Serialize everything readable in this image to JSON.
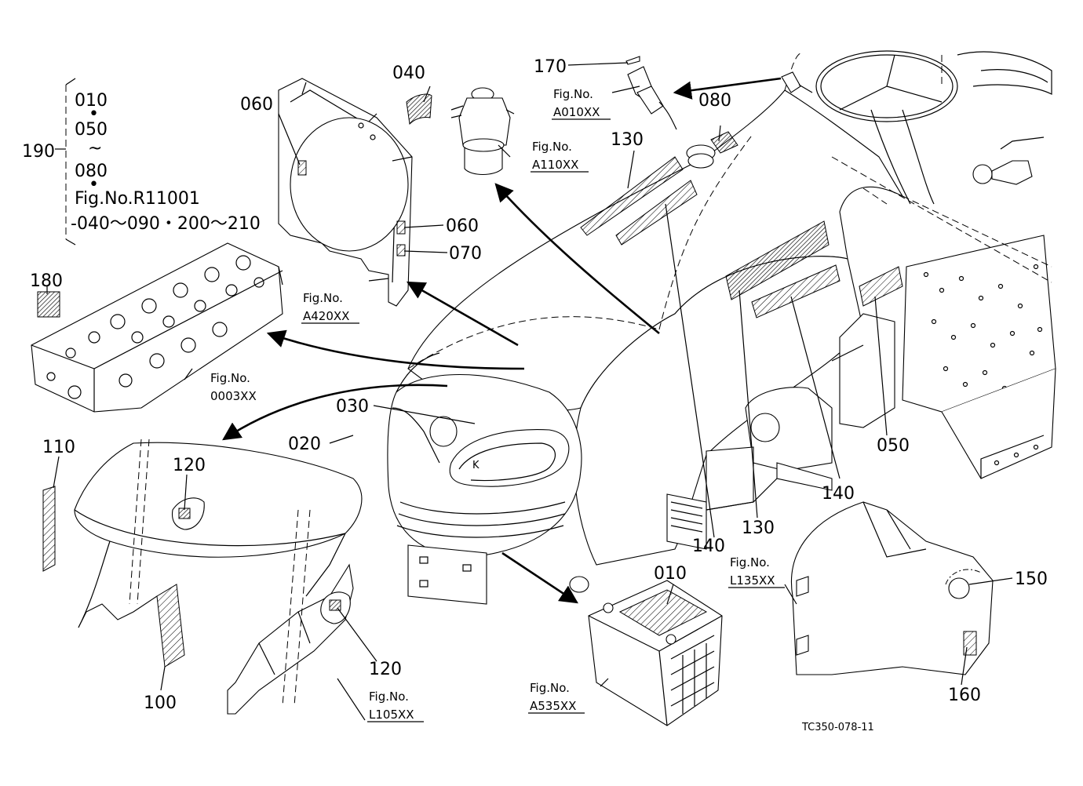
{
  "callouts": {
    "c010_top": "010",
    "c050_top": "050",
    "c080_top": "080",
    "c190": "190",
    "c040": "040",
    "c060_a": "060",
    "c060_b": "060",
    "c070": "070",
    "c170": "170",
    "c080": "080",
    "c130_top": "130",
    "c180": "180",
    "c030": "030",
    "c020": "020",
    "c110": "110",
    "c120_a": "120",
    "c120_b": "120",
    "c100": "100",
    "c010": "010",
    "c140_a": "140",
    "c140_b": "140",
    "c130_bot": "130",
    "c050": "050",
    "c150": "150",
    "c160": "160"
  },
  "symbols": {
    "dot": "•",
    "tilde": "~"
  },
  "references": {
    "fig_r11001": "Fig.No.R11001",
    "fig_r11001_range": "-040～090・200～210"
  },
  "figures": {
    "fig_label": "Fig.No.",
    "a010": "A010XX",
    "a110": "A110XX",
    "a420": "A420XX",
    "f0003": "0003XX",
    "l135": "L135XX",
    "a535": "A535XX",
    "l105": "L105XX"
  },
  "drawing_code": "TC350-078-11"
}
